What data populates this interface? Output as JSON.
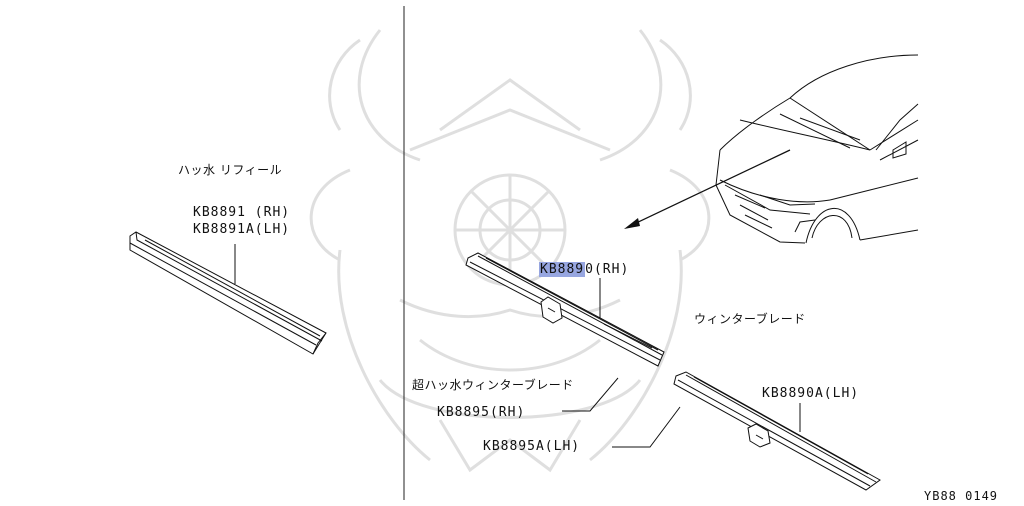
{
  "left_panel": {
    "title": "ハッ水 リフィール",
    "part_rh": "KB8891 (RH)",
    "part_lh": "KB8891A(LH)"
  },
  "right_panel": {
    "part_highlight": "KB889",
    "part_highlight_rest": "0(RH)",
    "winter_blade_label": "ウィンターブレード",
    "super_label": "超ハッ水ウィンターブレード",
    "part_kb8895_rh": "KB8895(RH)",
    "part_kb8895a_lh": "KB8895A(LH)",
    "part_kb8890a_lh": "KB8890A(LH)"
  },
  "footer": {
    "diagram_code": "YB88 0149"
  },
  "colors": {
    "highlight": "#97a6e0",
    "ink": "#111111",
    "watermark": "#d9d9d9"
  }
}
